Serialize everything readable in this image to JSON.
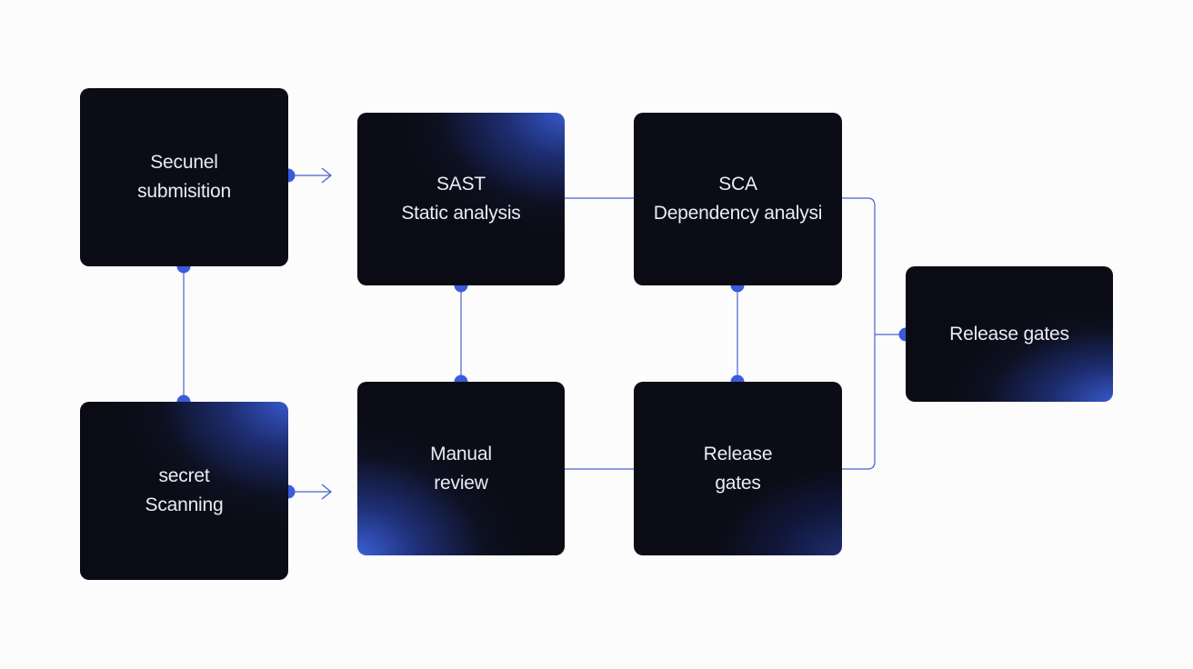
{
  "nodes": {
    "secure_submission": {
      "line1": "Secunel",
      "line2": "submisition"
    },
    "secret_scanning": {
      "line1": "secret",
      "line2": "Scanning"
    },
    "sast": {
      "line1": "SAST",
      "line2": "Static analysis"
    },
    "manual_review": {
      "line1": "Manual",
      "line2": "review"
    },
    "sca": {
      "line1": "SCA",
      "line2": "Dependency analysi"
    },
    "release_gates_inner": {
      "line1": "Release",
      "line2": "gates"
    },
    "release_gates": {
      "label": "Release gates"
    }
  },
  "colors": {
    "node_dark": "#0b0c15",
    "accent_blue": "#3658c9",
    "connector_dot": "#3b5bdb",
    "connector_line": "#4a63c8",
    "node_text": "#e9ecf5",
    "background": "#fcfcfd"
  }
}
